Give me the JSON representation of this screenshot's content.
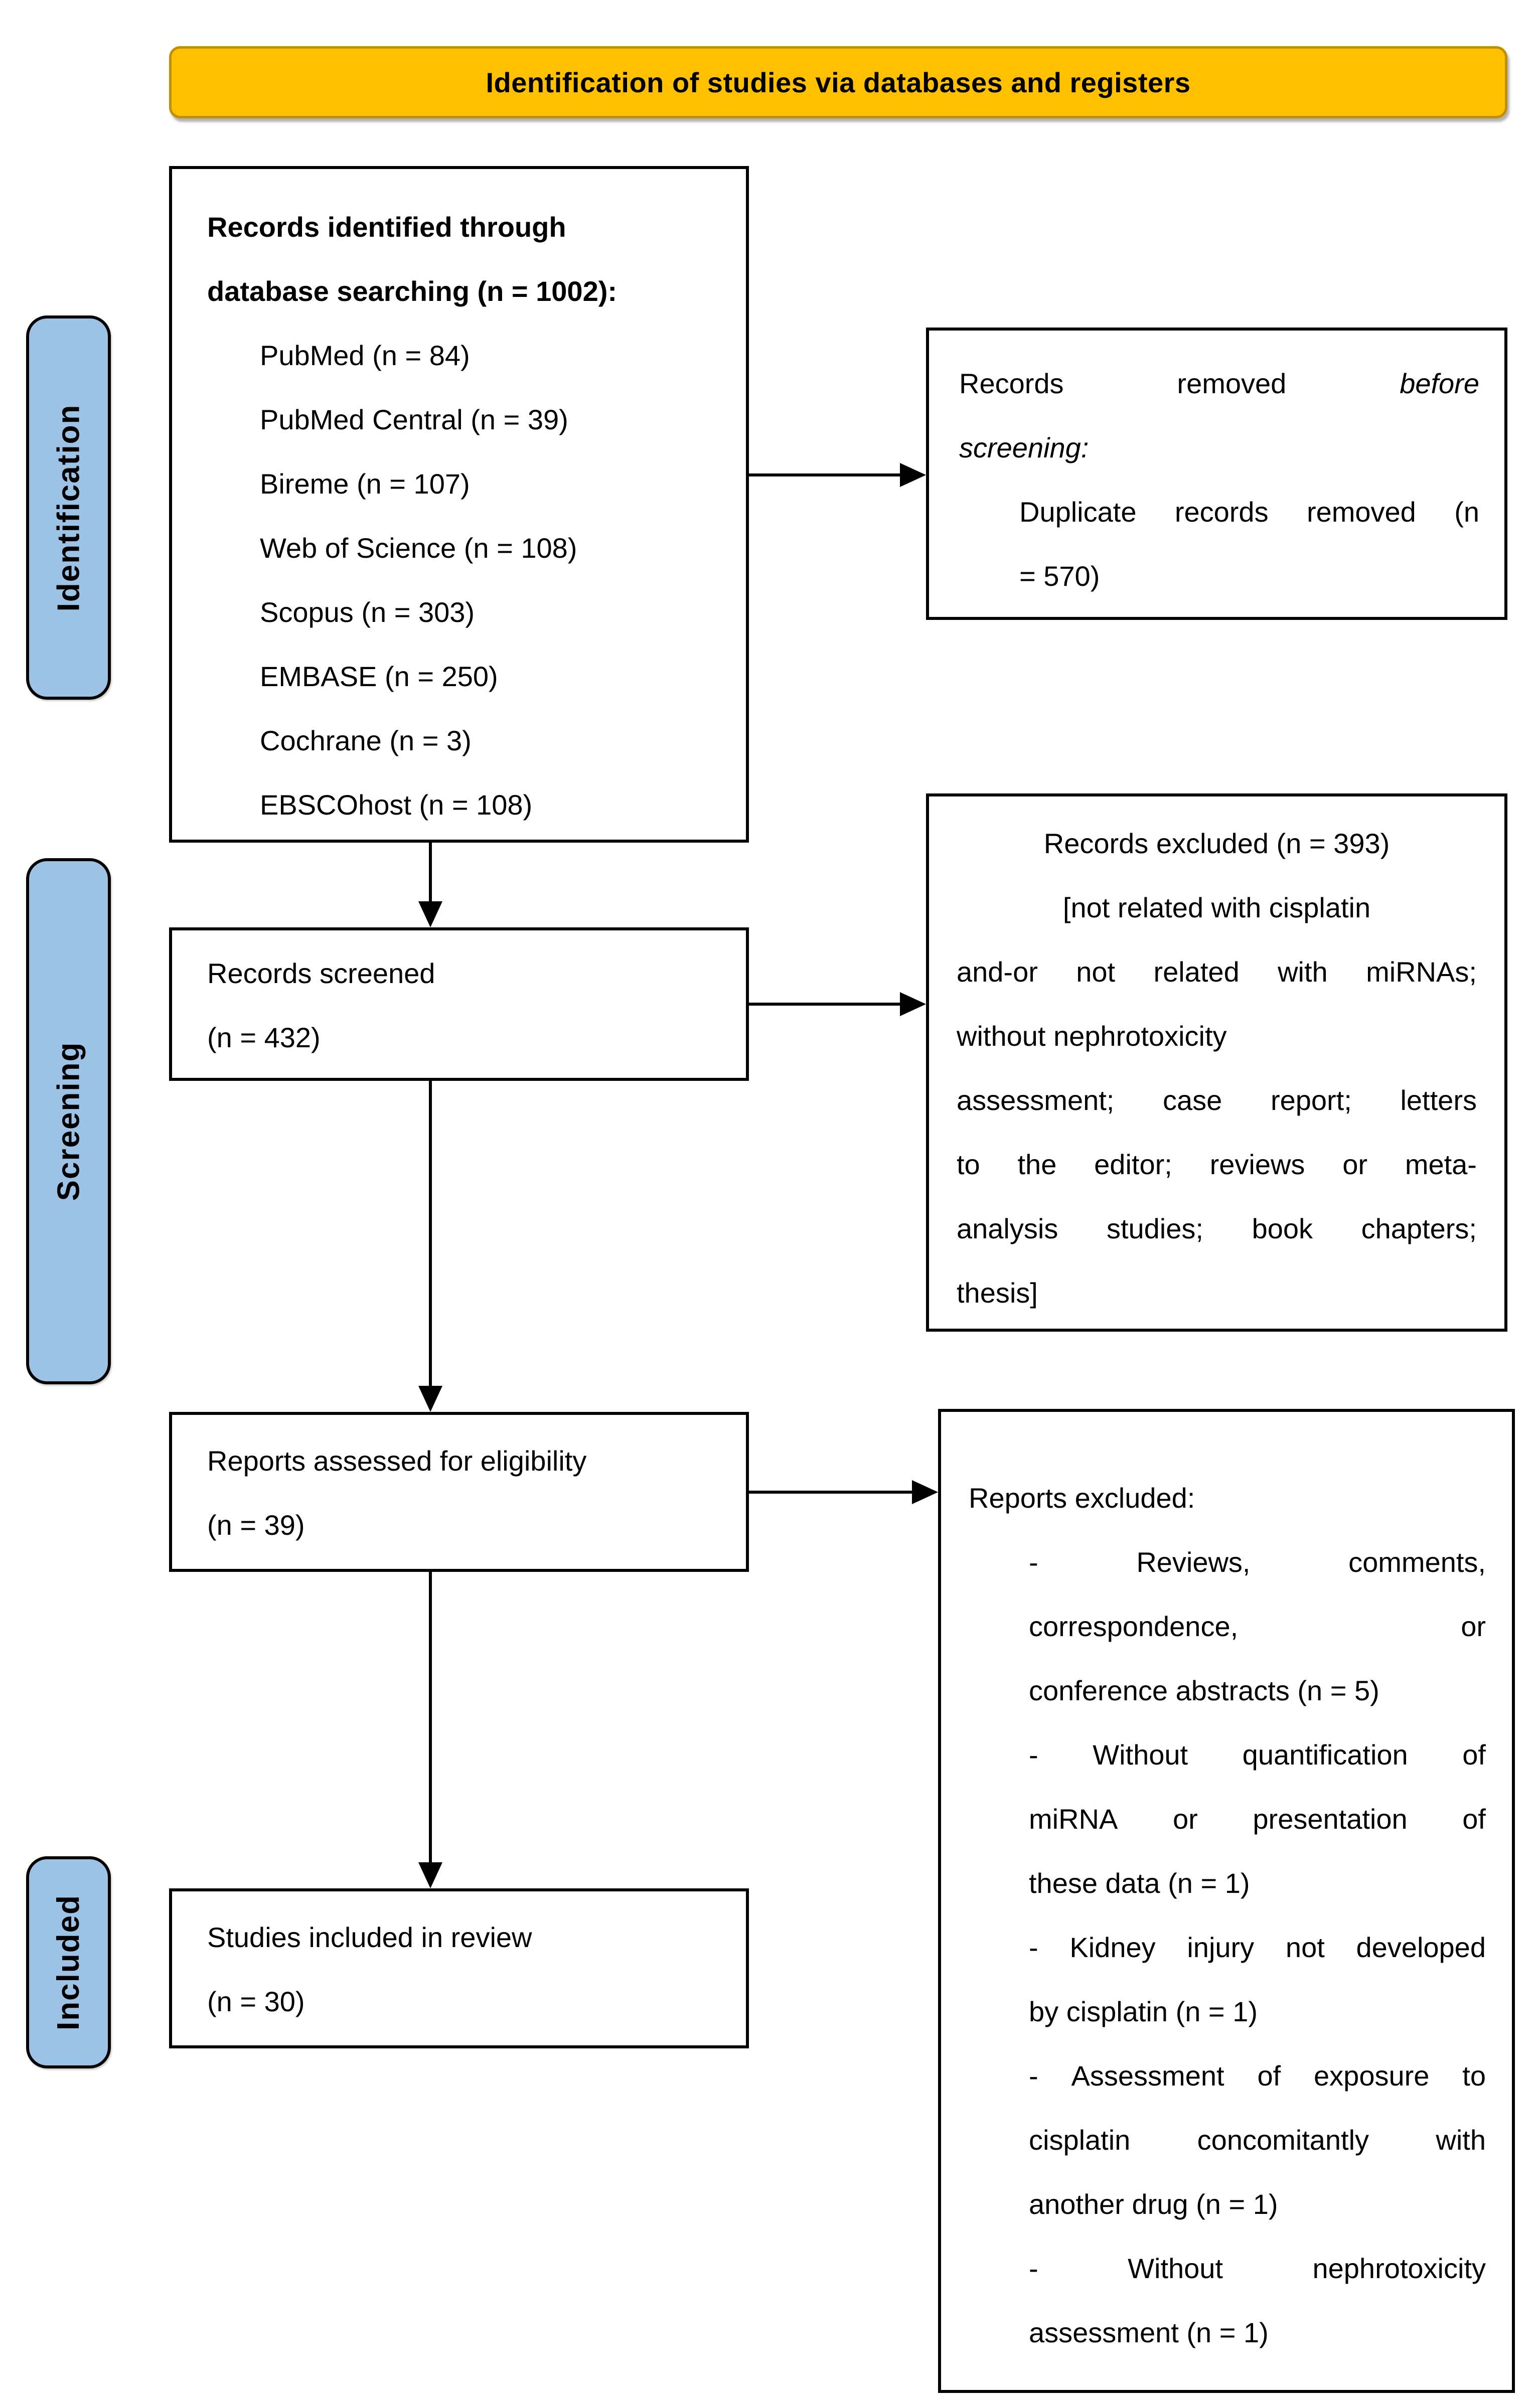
{
  "banner": {
    "label": "Identification of studies via databases and registers"
  },
  "stages": {
    "identification": "Identification",
    "screening": "Screening",
    "included": "Included"
  },
  "colors": {
    "banner_fill": "#FFC000",
    "banner_border": "#BF9000",
    "stage_fill": "#9CC3E6",
    "box_border": "#000000",
    "text": "#000000"
  },
  "boxes": {
    "records_identified": {
      "lines": [
        {
          "bold": true,
          "segs": [
            {
              "t": "Records identified through"
            }
          ]
        },
        {
          "bold": true,
          "segs": [
            {
              "t": "database searching (n = 1002):"
            }
          ]
        },
        {
          "indent": 105,
          "segs": [
            {
              "t": "PubMed (n = 84)"
            }
          ]
        },
        {
          "indent": 105,
          "segs": [
            {
              "t": "PubMed Central (n = 39)"
            }
          ]
        },
        {
          "indent": 105,
          "segs": [
            {
              "t": "Bireme (n = 107)"
            }
          ]
        },
        {
          "indent": 105,
          "segs": [
            {
              "t": "Web of Science (n = 108)"
            }
          ]
        },
        {
          "indent": 105,
          "segs": [
            {
              "t": "Scopus (n = 303)"
            }
          ]
        },
        {
          "indent": 105,
          "segs": [
            {
              "t": "EMBASE (n = 250)"
            }
          ]
        },
        {
          "indent": 105,
          "segs": [
            {
              "t": "Cochrane (n = 3)"
            }
          ]
        },
        {
          "indent": 105,
          "segs": [
            {
              "t": "EBSCOhost (n = 108)"
            }
          ]
        }
      ]
    },
    "records_removed": {
      "lines": [
        {
          "align": "between",
          "segs": [
            {
              "t": "Records"
            },
            {
              "t": "removed"
            },
            {
              "t": "before",
              "italic": true
            }
          ]
        },
        {
          "segs": [
            {
              "t": "screening:",
              "italic": true
            }
          ]
        },
        {
          "align": "between",
          "indent": 120,
          "segs": [
            {
              "t": "Duplicate"
            },
            {
              "t": "records"
            },
            {
              "t": "removed"
            },
            {
              "t": "(n"
            }
          ]
        },
        {
          "indent": 120,
          "segs": [
            {
              "t": "= 570)"
            }
          ]
        }
      ]
    },
    "records_screened": {
      "lines": [
        {
          "segs": [
            {
              "t": "Records screened"
            }
          ]
        },
        {
          "segs": [
            {
              "t": "(n = 432)"
            }
          ]
        }
      ]
    },
    "records_excluded": {
      "lines": [
        {
          "align": "center",
          "segs": [
            {
              "t": "Records excluded (n = 393)"
            }
          ]
        },
        {
          "align": "center",
          "segs": [
            {
              "t": "[not related with cisplatin"
            }
          ]
        },
        {
          "align": "between",
          "segs": [
            {
              "t": "and-or"
            },
            {
              "t": "not"
            },
            {
              "t": "related"
            },
            {
              "t": "with"
            },
            {
              "t": "miRNAs;"
            }
          ]
        },
        {
          "segs": [
            {
              "t": "without nephrotoxicity"
            }
          ]
        },
        {
          "align": "between",
          "segs": [
            {
              "t": "assessment;"
            },
            {
              "t": "case"
            },
            {
              "t": "report;"
            },
            {
              "t": "letters"
            }
          ]
        },
        {
          "align": "between",
          "segs": [
            {
              "t": "to"
            },
            {
              "t": "the"
            },
            {
              "t": "editor;"
            },
            {
              "t": "reviews"
            },
            {
              "t": "or"
            },
            {
              "t": "meta-"
            }
          ]
        },
        {
          "align": "between",
          "segs": [
            {
              "t": "analysis"
            },
            {
              "t": "studies;"
            },
            {
              "t": "book"
            },
            {
              "t": "chapters;"
            }
          ]
        },
        {
          "segs": [
            {
              "t": "thesis]"
            }
          ]
        }
      ]
    },
    "reports_assessed": {
      "lines": [
        {
          "segs": [
            {
              "t": "Reports assessed for eligibility"
            }
          ]
        },
        {
          "segs": [
            {
              "t": "(n = 39)"
            }
          ]
        }
      ]
    },
    "reports_excluded": {
      "lines": [
        {
          "segs": [
            {
              "t": "Reports excluded:"
            }
          ]
        },
        {
          "align": "between",
          "indent": 120,
          "segs": [
            {
              "t": "-"
            },
            {
              "t": "Reviews,"
            },
            {
              "t": "comments,"
            }
          ]
        },
        {
          "align": "between",
          "indent": 120,
          "segs": [
            {
              "t": "correspondence,"
            },
            {
              "t": "or"
            }
          ]
        },
        {
          "indent": 120,
          "segs": [
            {
              "t": "conference abstracts (n = 5)"
            }
          ]
        },
        {
          "align": "between",
          "indent": 120,
          "segs": [
            {
              "t": "-"
            },
            {
              "t": "Without"
            },
            {
              "t": "quantification"
            },
            {
              "t": "of"
            }
          ]
        },
        {
          "align": "between",
          "indent": 120,
          "segs": [
            {
              "t": "miRNA"
            },
            {
              "t": "or"
            },
            {
              "t": "presentation"
            },
            {
              "t": "of"
            }
          ]
        },
        {
          "indent": 120,
          "segs": [
            {
              "t": "these data (n = 1)"
            }
          ]
        },
        {
          "align": "between",
          "indent": 120,
          "segs": [
            {
              "t": "-"
            },
            {
              "t": "Kidney"
            },
            {
              "t": "injury"
            },
            {
              "t": "not"
            },
            {
              "t": "developed"
            }
          ]
        },
        {
          "indent": 120,
          "segs": [
            {
              "t": "by cisplatin (n = 1)"
            }
          ]
        },
        {
          "align": "between",
          "indent": 120,
          "segs": [
            {
              "t": "-"
            },
            {
              "t": "Assessment"
            },
            {
              "t": "of"
            },
            {
              "t": "exposure"
            },
            {
              "t": "to"
            }
          ]
        },
        {
          "align": "between",
          "indent": 120,
          "segs": [
            {
              "t": "cisplatin"
            },
            {
              "t": "concomitantly"
            },
            {
              "t": "with"
            }
          ]
        },
        {
          "indent": 120,
          "segs": [
            {
              "t": "another drug (n = 1)"
            }
          ]
        },
        {
          "align": "between",
          "indent": 120,
          "segs": [
            {
              "t": "-"
            },
            {
              "t": "Without"
            },
            {
              "t": "nephrotoxicity"
            }
          ]
        },
        {
          "indent": 120,
          "segs": [
            {
              "t": "assessment (n = 1)"
            }
          ]
        }
      ]
    },
    "studies_included": {
      "lines": [
        {
          "segs": [
            {
              "t": "Studies included in review"
            }
          ]
        },
        {
          "segs": [
            {
              "t": "(n = 30)"
            }
          ]
        }
      ]
    }
  }
}
